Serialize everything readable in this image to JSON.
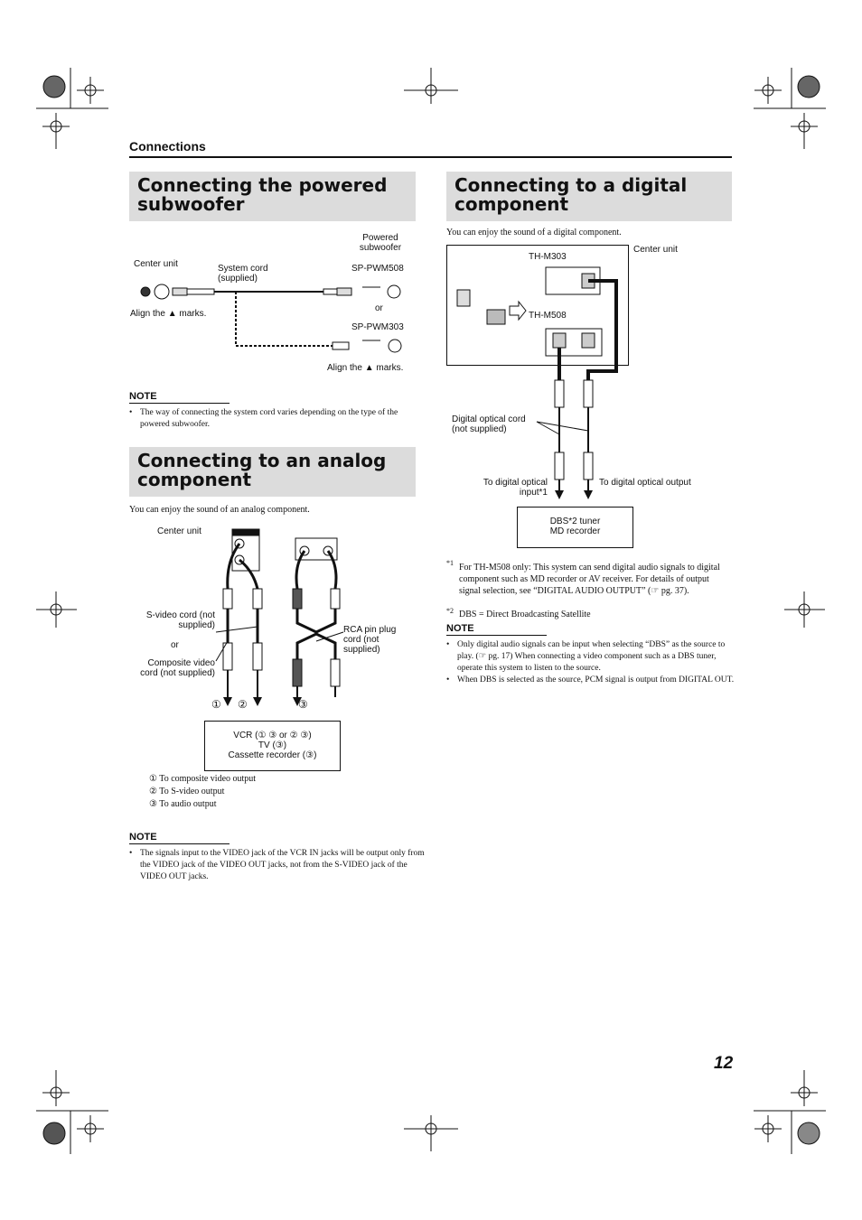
{
  "header": {
    "section": "Connections"
  },
  "page_number": "12",
  "subwoofer": {
    "title": "Connecting the powered subwoofer",
    "labels": {
      "powered_subwoofer": "Powered subwoofer",
      "center_unit": "Center unit",
      "system_cord": "System cord (supplied)",
      "model1": "SP-PWM508",
      "or": "or",
      "model2": "SP-PWM303",
      "align_left": "Align the ▲ marks.",
      "align_right": "Align the ▲ marks."
    },
    "note_heading": "NOTE",
    "notes": [
      "The way of connecting the system cord varies depending on the type of the powered subwoofer."
    ]
  },
  "analog": {
    "title": "Connecting to an analog component",
    "intro": "You can enjoy the sound of an analog component.",
    "labels": {
      "center_unit": "Center unit",
      "svideo_cord": "S-video cord (not supplied)",
      "or": "or",
      "composite_cord": "Composite video cord (not supplied)",
      "rca_cord": "RCA pin plug cord (not supplied)",
      "n1": "①",
      "n2": "②",
      "n3": "③",
      "box_line1": "VCR (① ③ or ② ③)",
      "box_line2": "TV (③)",
      "box_line3": "Cassette recorder (③)"
    },
    "legend": [
      "① To composite video output",
      "② To S-video output",
      "③ To audio output"
    ],
    "note_heading": "NOTE",
    "notes": [
      "The signals input to the VIDEO jack of the VCR IN jacks will be output only from the VIDEO jack of the VIDEO OUT jacks, not from the S-VIDEO jack of the VIDEO OUT jacks."
    ]
  },
  "digital": {
    "title": "Connecting to a digital component",
    "intro": "You can enjoy the sound of a digital component.",
    "labels": {
      "center_unit": "Center unit",
      "th_m303": "TH-M303",
      "th_m508": "TH-M508",
      "optical_cord": "Digital optical cord (not supplied)",
      "to_input": "To digital optical input*1",
      "to_output": "To digital optical output",
      "box_line1": "DBS*2 tuner",
      "box_line2": "MD recorder"
    },
    "footnotes": [
      {
        "mark": "*1",
        "text": "For TH-M508 only: This system can send digital audio signals to digital component such as MD recorder or AV receiver. For details of output signal selection, see “DIGITAL AUDIO OUTPUT” (☞ pg. 37)."
      },
      {
        "mark": "*2",
        "text": "DBS = Direct Broadcasting Satellite"
      }
    ],
    "note_heading": "NOTE",
    "notes": [
      "Only digital audio signals can be input when selecting “DBS” as the source to play. (☞ pg. 17) When connecting a video component such as a DBS tuner, operate this system to listen to the source.",
      "When DBS is selected as the source, PCM signal is output from DIGITAL OUT."
    ]
  }
}
